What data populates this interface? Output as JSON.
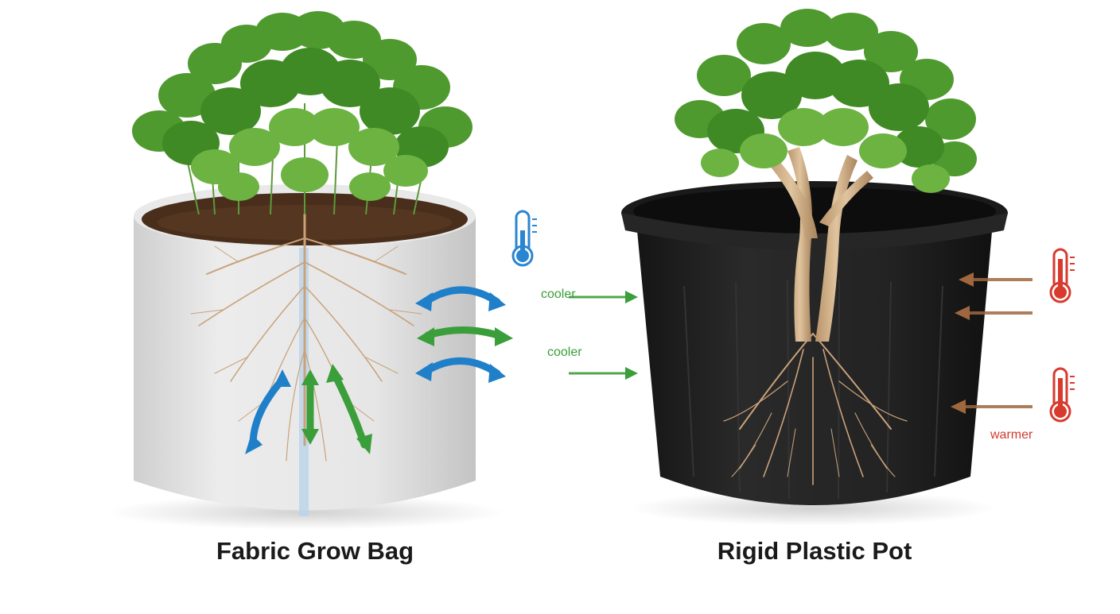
{
  "left": {
    "caption": "Fabric Grow Bag"
  },
  "right": {
    "caption": "Rigid Plastic Pot"
  },
  "labels": {
    "cooler_1": "cooler",
    "cooler_2": "cooler",
    "warmer": "warmer"
  },
  "colors": {
    "background": "#ffffff",
    "fabric": "#e4e4e4",
    "soil": "#4a2e1c",
    "plastic": "#1c1c1c",
    "root": "#c9a27a",
    "leaf": "#4f9a2f",
    "air_blue": "#1f7fc9",
    "air_green": "#3a9e3a",
    "heat_brown": "#a0673e",
    "thermo_blue": "#2a86d1",
    "thermo_red": "#d83a2e",
    "cool_text": "#3a9e3a",
    "warm_text": "#d23a2e"
  },
  "icons": [
    "thermometer-cool-icon",
    "thermometer-warm-icon",
    "airflow-arrow-icon",
    "heat-arrow-icon"
  ]
}
